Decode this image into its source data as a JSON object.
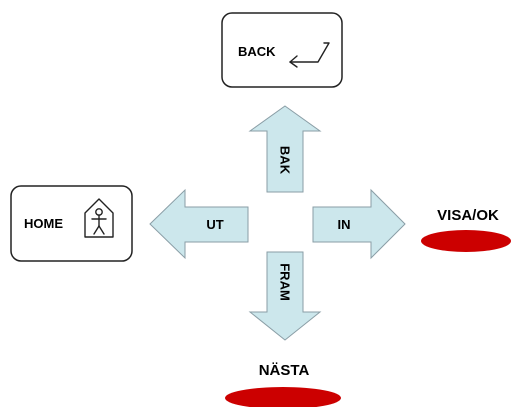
{
  "buttons": {
    "back": {
      "label": "BACK",
      "icon": "return-arrow-icon"
    },
    "home": {
      "label": "HOME",
      "icon": "house-person-icon"
    }
  },
  "arrows": {
    "up": {
      "label": "BAK"
    },
    "left": {
      "label": "UT"
    },
    "right": {
      "label": "IN"
    },
    "down": {
      "label": "FRAM"
    }
  },
  "targets": {
    "visa_ok": {
      "label": "VISA/OK"
    },
    "nasta": {
      "label": "NÄSTA"
    }
  },
  "colors": {
    "arrow_fill": "#cce7ec",
    "arrow_stroke": "#8a9ea6",
    "ellipse_fill": "#cc0000",
    "box_stroke": "#222222"
  }
}
